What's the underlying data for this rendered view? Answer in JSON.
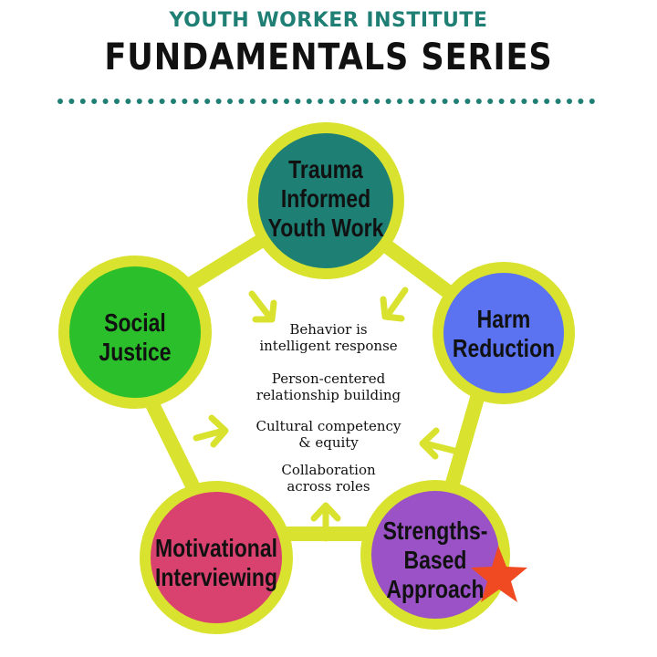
{
  "header": {
    "subtitle": "YOUTH WORKER INSTITUTE",
    "title": "FUNDAMENTALS SERIES"
  },
  "colors": {
    "ring": "#d9e22f",
    "subtitle": "#1f7f74",
    "dots": "#1f7f74",
    "arrow": "#d9e22f",
    "star": "#f04a23"
  },
  "nodes": [
    {
      "id": "trauma",
      "lines": [
        "Trauma",
        "Informed",
        "Youth Work"
      ],
      "color": "#1e7f74"
    },
    {
      "id": "harm",
      "lines": [
        "Harm",
        "Reduction"
      ],
      "color": "#5b73f0"
    },
    {
      "id": "strengths",
      "lines": [
        "Strengths-",
        "Based",
        "Approach"
      ],
      "color": "#9b52c7"
    },
    {
      "id": "motivational",
      "lines": [
        "Motivational",
        "Interviewing"
      ],
      "color": "#d9426f"
    },
    {
      "id": "social",
      "lines": [
        "Social",
        "Justice"
      ],
      "color": "#2bbf2b"
    }
  ],
  "center_items": [
    [
      "Behavior is",
      "intelligent response"
    ],
    [
      "Person-centered",
      "relationship building"
    ],
    [
      "Cultural competency",
      "& equity"
    ],
    [
      "Collaboration",
      "across roles"
    ]
  ]
}
